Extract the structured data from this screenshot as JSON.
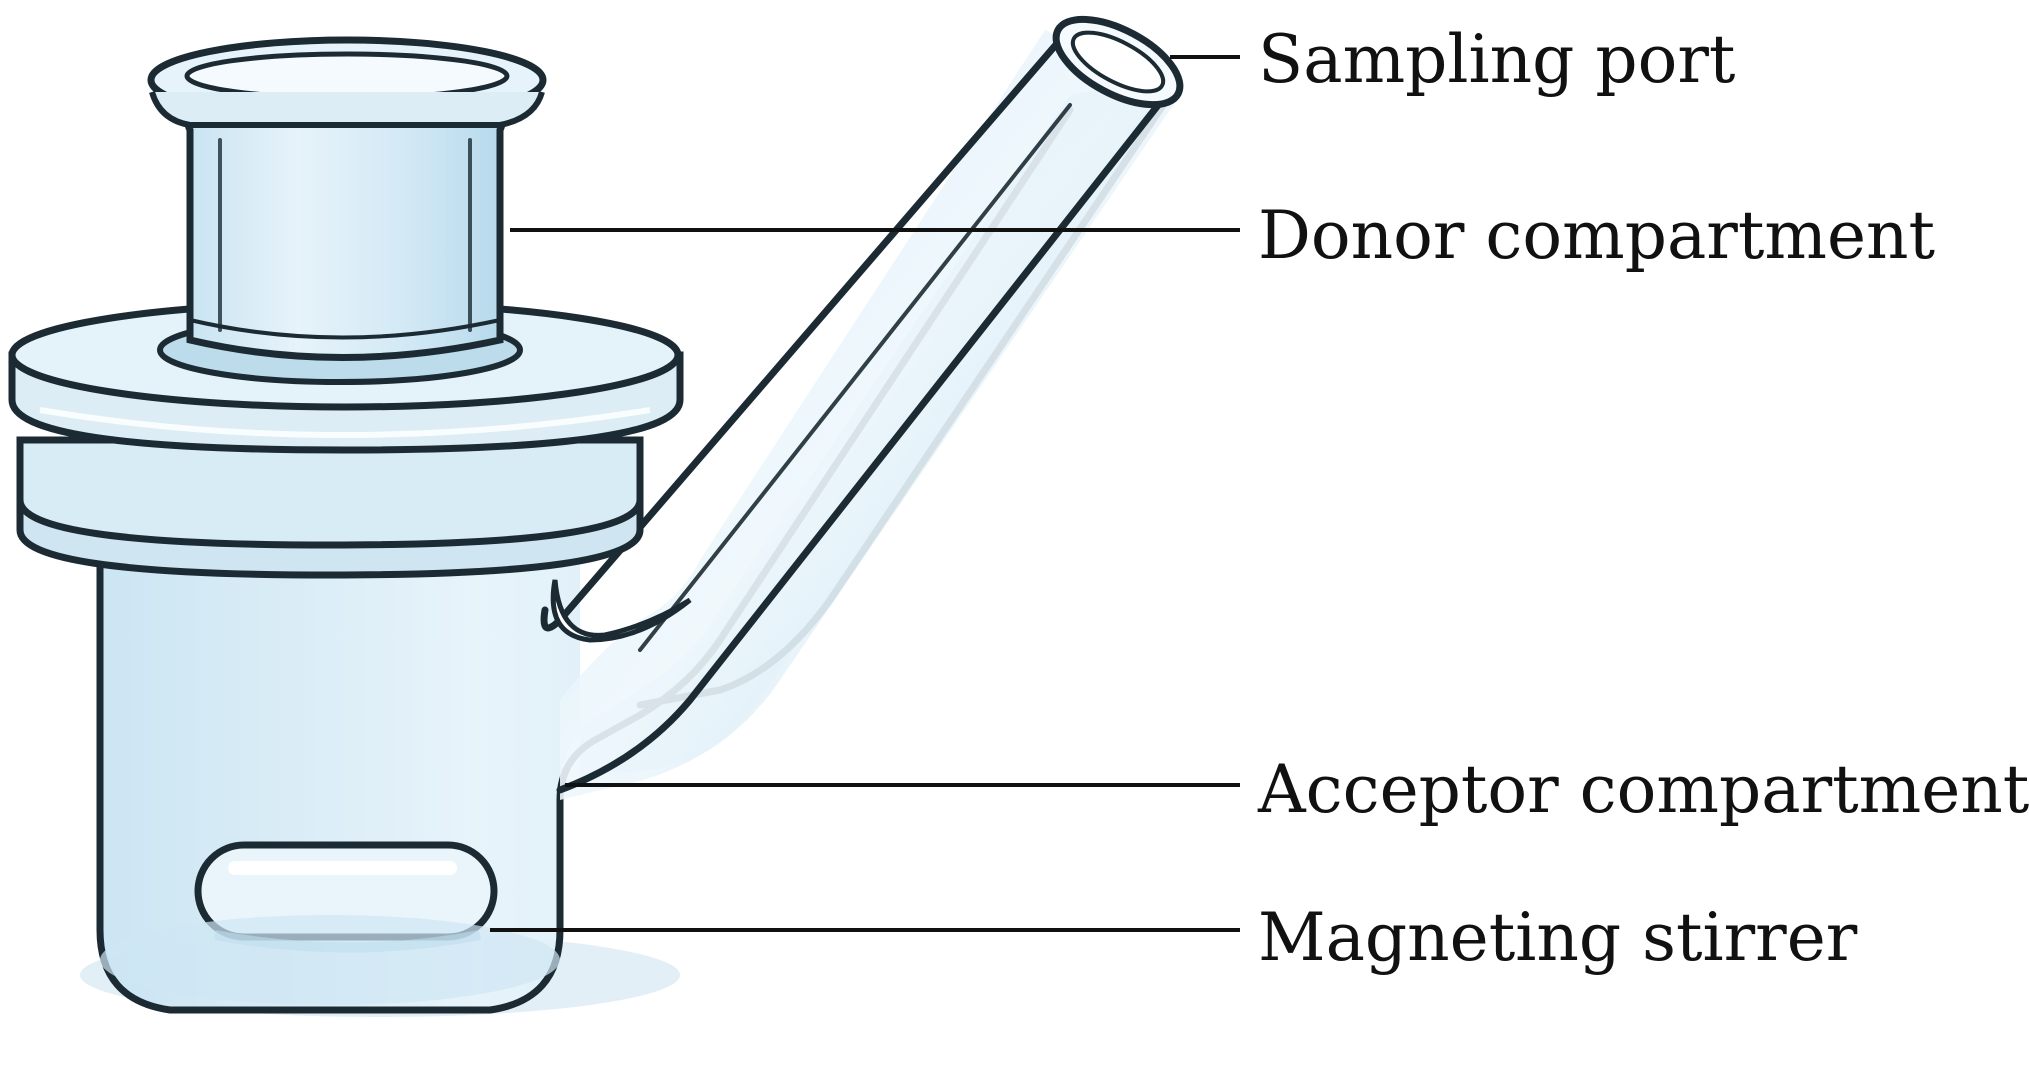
{
  "diagram": {
    "labels": {
      "sampling_port": "Sampling port",
      "donor_compartment": "Donor compartment",
      "acceptor_compartment": "Acceptor compartment",
      "magnetic_stirrer": "Magneting stirrer"
    },
    "colors": {
      "glass_fill": "#d8ecf6",
      "glass_mid": "#bfdff0",
      "glass_dark": "#a9d0e6",
      "outline": "#1c2b33",
      "shadow": "#e2eff6",
      "text": "#111111"
    }
  }
}
